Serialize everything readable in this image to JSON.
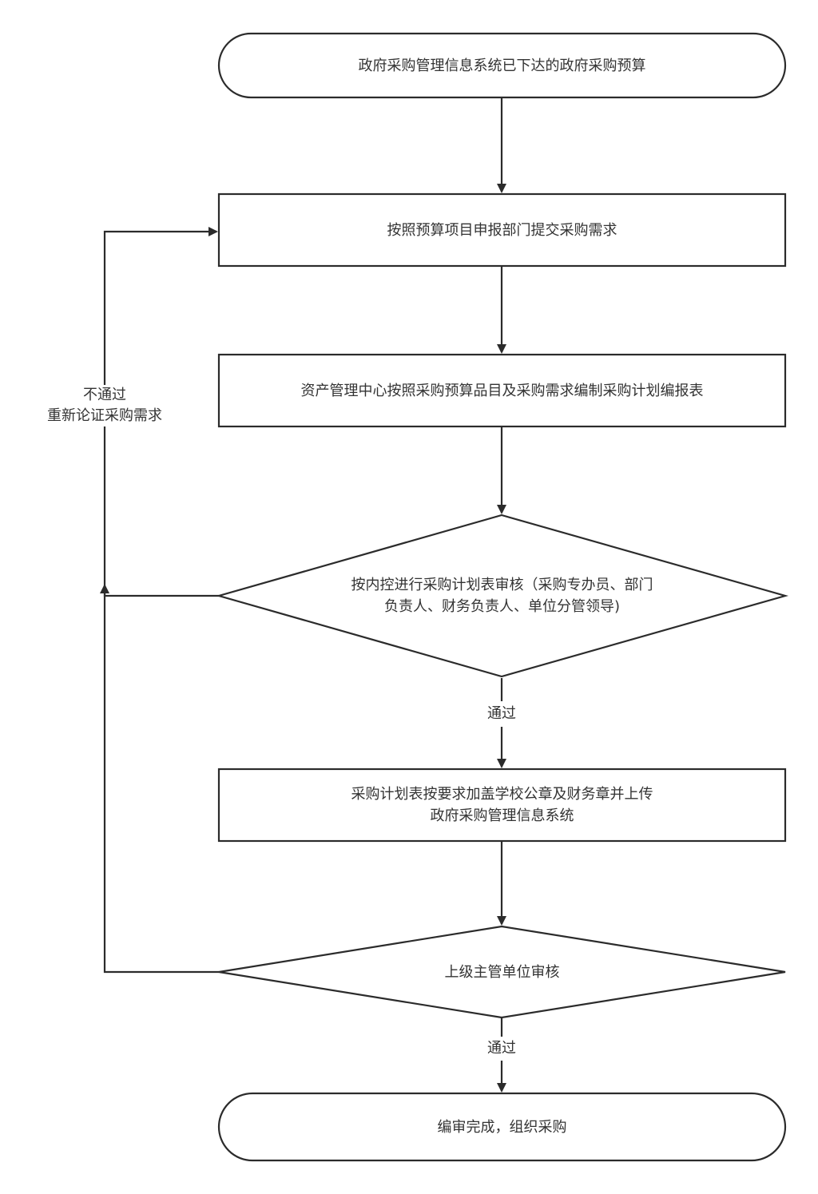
{
  "diagram": {
    "type": "flowchart",
    "colors": {
      "stroke": "#2b2b2b",
      "text": "#333333",
      "background": "#ffffff"
    },
    "nodes": [
      {
        "id": "start",
        "shape": "terminal",
        "lines": [
          "政府采购管理信息系统已下达的政府采购预算"
        ]
      },
      {
        "id": "submit-demand",
        "shape": "process",
        "lines": [
          "按照预算项目申报部门提交采购需求"
        ]
      },
      {
        "id": "compile-plan",
        "shape": "process",
        "lines": [
          "资产管理中心按照采购预算品目及采购需求编制采购计划编报表"
        ]
      },
      {
        "id": "internal-review",
        "shape": "decision",
        "lines": [
          "按内控进行采购计划表审核（采购专办员、部门",
          "负责人、财务负责人、单位分管领导)"
        ]
      },
      {
        "id": "stamp-upload",
        "shape": "process",
        "lines": [
          "采购计划表按要求加盖学校公章及财务章并上传",
          "政府采购管理信息系统"
        ]
      },
      {
        "id": "superior-review",
        "shape": "decision",
        "lines": [
          "上级主管单位审核"
        ]
      },
      {
        "id": "end",
        "shape": "terminal",
        "lines": [
          "编审完成，组织采购"
        ]
      }
    ],
    "edges": [
      {
        "from": "start",
        "to": "submit-demand",
        "label": ""
      },
      {
        "from": "submit-demand",
        "to": "compile-plan",
        "label": ""
      },
      {
        "from": "compile-plan",
        "to": "internal-review",
        "label": ""
      },
      {
        "from": "internal-review",
        "to": "stamp-upload",
        "label": "通过"
      },
      {
        "from": "stamp-upload",
        "to": "superior-review",
        "label": ""
      },
      {
        "from": "superior-review",
        "to": "end",
        "label": "通过"
      },
      {
        "from": "internal-review",
        "to": "submit-demand",
        "label": ""
      },
      {
        "from": "superior-review",
        "to": "submit-demand",
        "label": ""
      }
    ],
    "loop_label": {
      "lines": [
        "不通过",
        "重新论证采购需求"
      ]
    },
    "pass_label_1": "通过",
    "pass_label_2": "通过"
  }
}
